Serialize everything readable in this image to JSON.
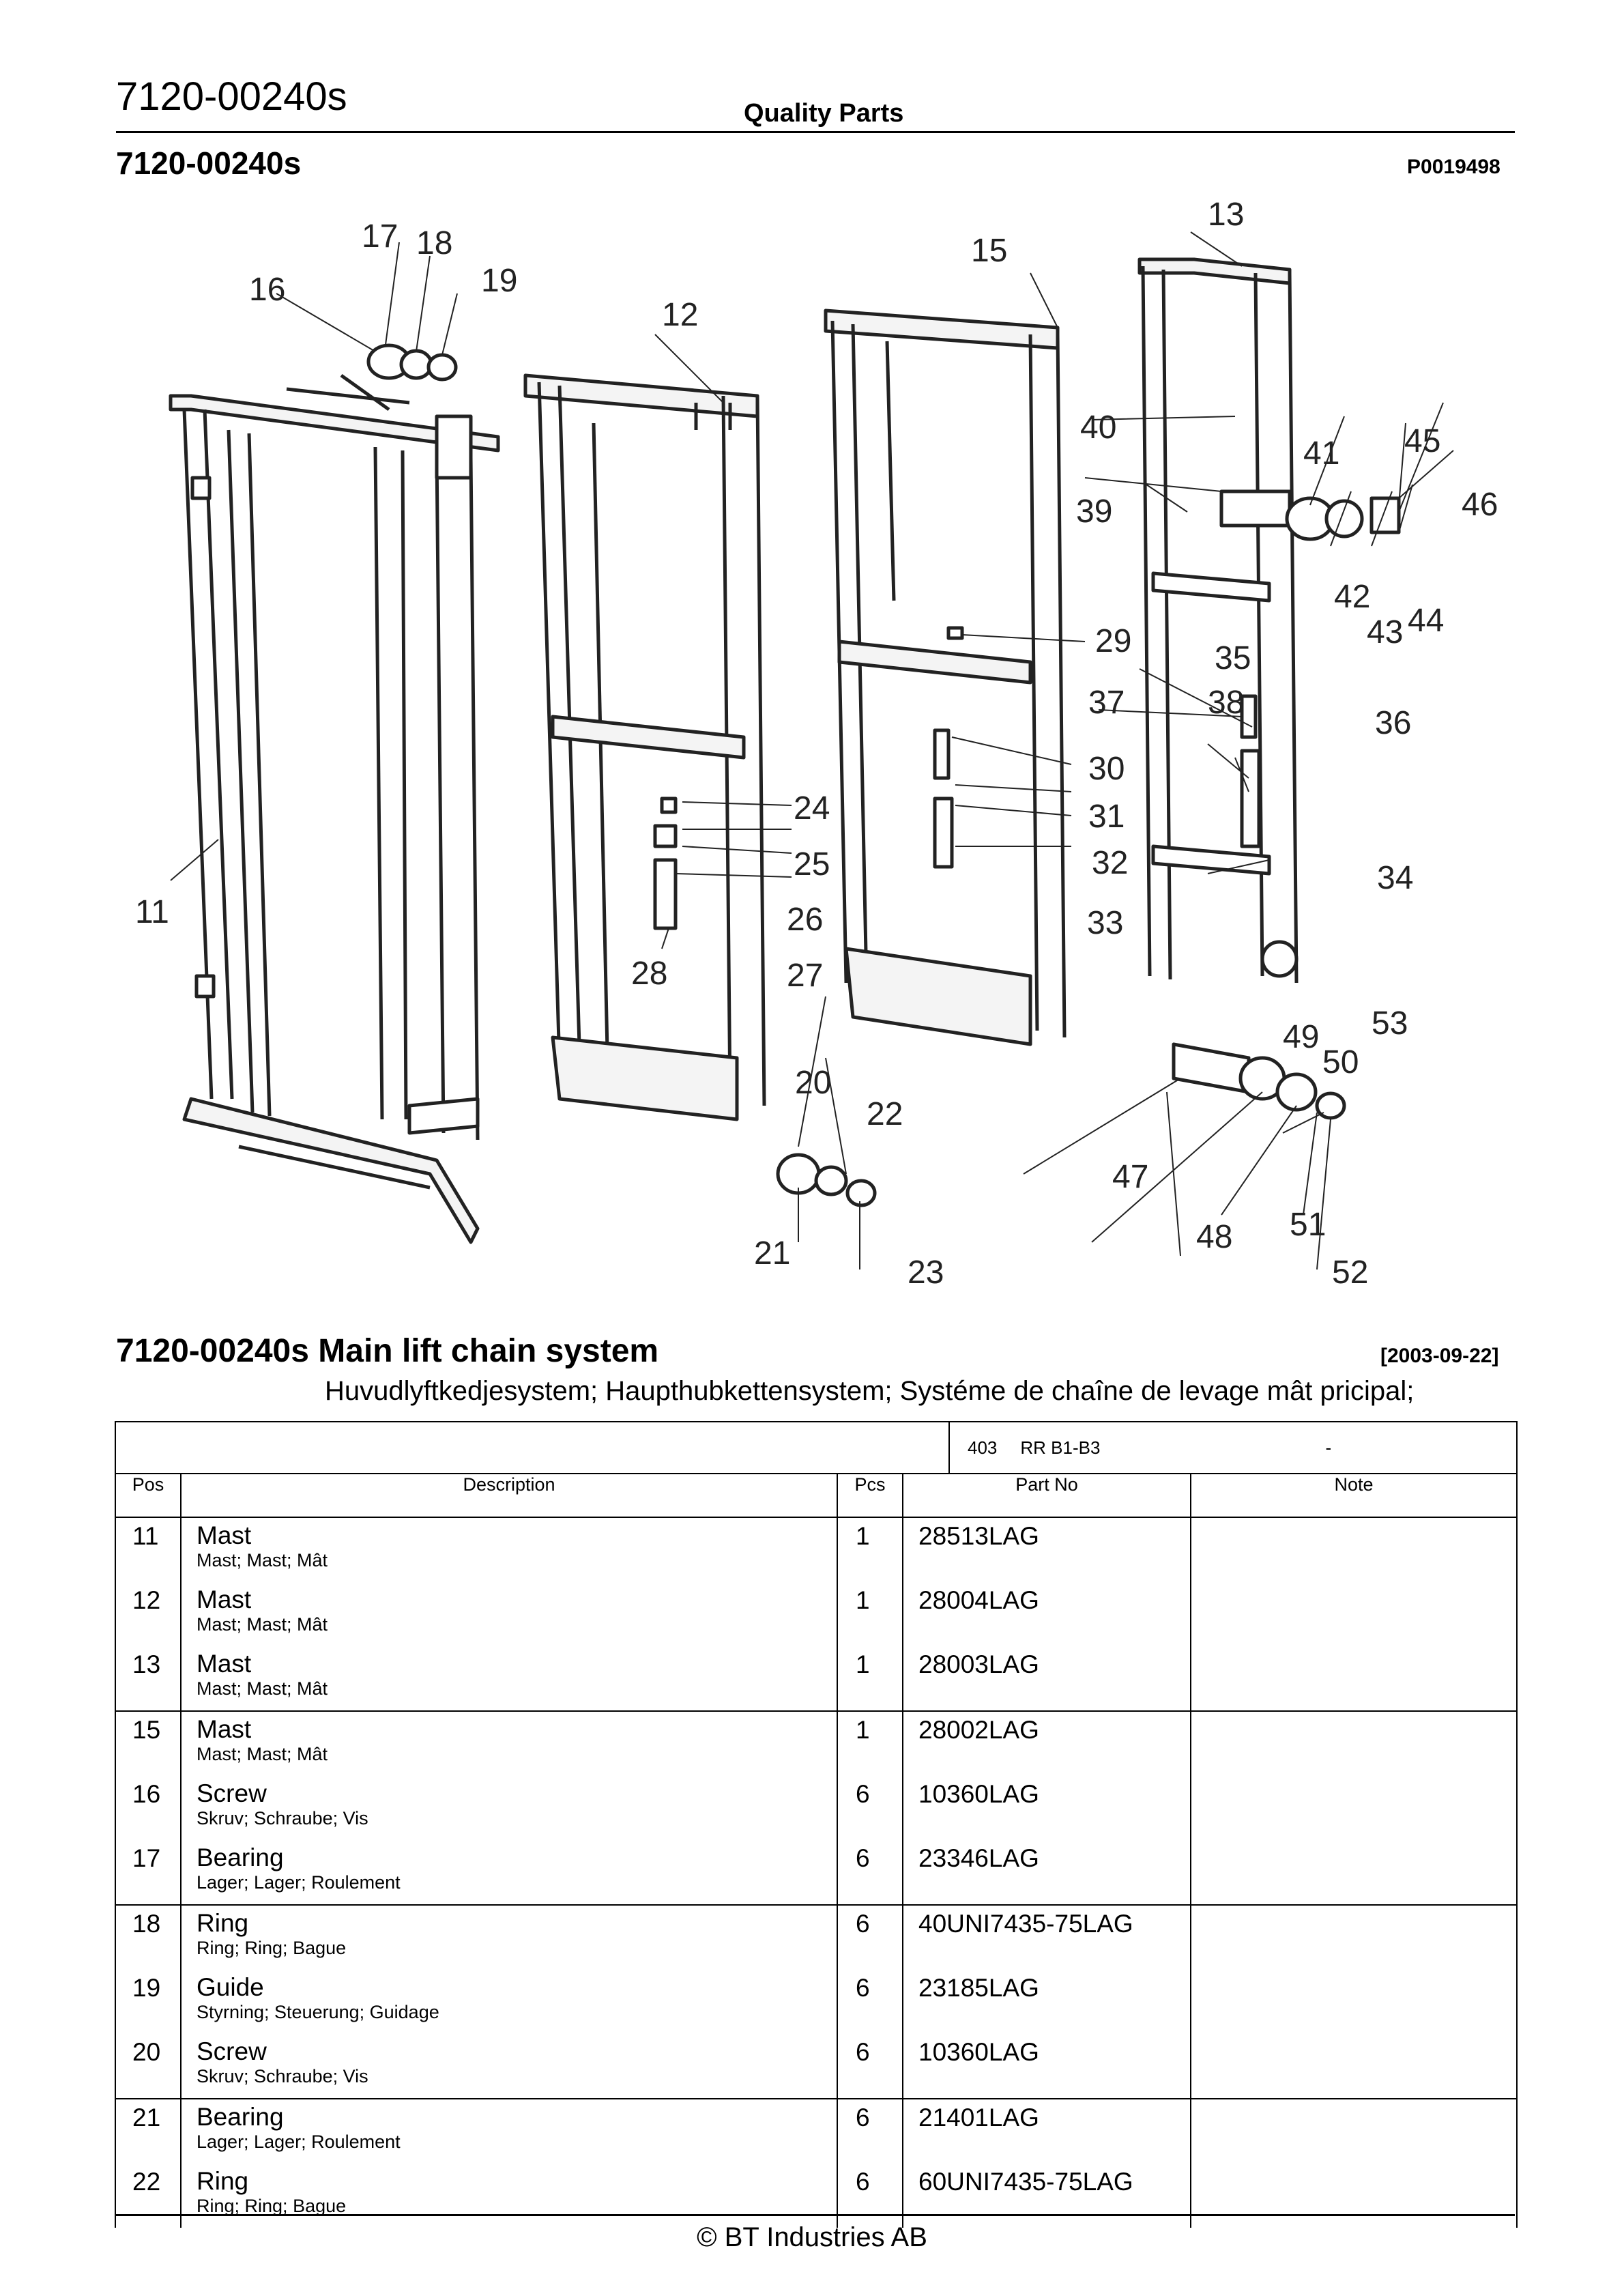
{
  "header": {
    "doc_code": "7120-00240s",
    "center_title": "Quality Parts",
    "bold_code": "7120-00240s",
    "picture_code": "P0019498"
  },
  "diagram": {
    "callouts": [
      "11",
      "12",
      "13",
      "15",
      "16",
      "17",
      "18",
      "19",
      "20",
      "21",
      "22",
      "23",
      "24",
      "25",
      "26",
      "27",
      "28",
      "29",
      "30",
      "31",
      "32",
      "33",
      "34",
      "35",
      "36",
      "37",
      "38",
      "39",
      "40",
      "41",
      "42",
      "43",
      "44",
      "45",
      "46",
      "47",
      "48",
      "49",
      "50",
      "51",
      "52",
      "53"
    ]
  },
  "section": {
    "title": "7120-00240s  Main lift chain system",
    "date": "[2003-09-22]",
    "subtitle": "Huvudlyftkedjesystem; Haupthubkettensystem; Systéme de chaîne de levage mât pricipal;"
  },
  "table": {
    "meta": {
      "code": "403",
      "model": "RR B1-B3",
      "dash": "-"
    },
    "headers": {
      "pos": "Pos",
      "description": "Description",
      "pcs": "Pcs",
      "part_no": "Part No",
      "note": "Note"
    },
    "rows": [
      {
        "pos": "11",
        "desc": "Mast",
        "desc_sub": "Mast; Mast; Mât",
        "pcs": "1",
        "part": "28513LAG",
        "note": ""
      },
      {
        "pos": "12",
        "desc": "Mast",
        "desc_sub": "Mast; Mast; Mât",
        "pcs": "1",
        "part": "28004LAG",
        "note": ""
      },
      {
        "pos": "13",
        "desc": "Mast",
        "desc_sub": "Mast; Mast; Mât",
        "pcs": "1",
        "part": "28003LAG",
        "note": ""
      },
      {
        "pos": "15",
        "desc": "Mast",
        "desc_sub": "Mast; Mast; Mât",
        "pcs": "1",
        "part": "28002LAG",
        "note": ""
      },
      {
        "pos": "16",
        "desc": "Screw",
        "desc_sub": "Skruv; Schraube; Vis",
        "pcs": "6",
        "part": "10360LAG",
        "note": ""
      },
      {
        "pos": "17",
        "desc": "Bearing",
        "desc_sub": "Lager; Lager; Roulement",
        "pcs": "6",
        "part": "23346LAG",
        "note": ""
      },
      {
        "pos": "18",
        "desc": "Ring",
        "desc_sub": "Ring; Ring; Bague",
        "pcs": "6",
        "part": "40UNI7435-75LAG",
        "note": ""
      },
      {
        "pos": "19",
        "desc": "Guide",
        "desc_sub": "Styrning; Steuerung; Guidage",
        "pcs": "6",
        "part": "23185LAG",
        "note": ""
      },
      {
        "pos": "20",
        "desc": "Screw",
        "desc_sub": "Skruv; Schraube; Vis",
        "pcs": "6",
        "part": "10360LAG",
        "note": ""
      },
      {
        "pos": "21",
        "desc": "Bearing",
        "desc_sub": "Lager; Lager; Roulement",
        "pcs": "6",
        "part": "21401LAG",
        "note": ""
      },
      {
        "pos": "22",
        "desc": "Ring",
        "desc_sub": "Ring; Ring; Bague",
        "pcs": "6",
        "part": "60UNI7435-75LAG",
        "note": ""
      }
    ]
  },
  "footer": {
    "copyright": "© BT Industries AB"
  }
}
